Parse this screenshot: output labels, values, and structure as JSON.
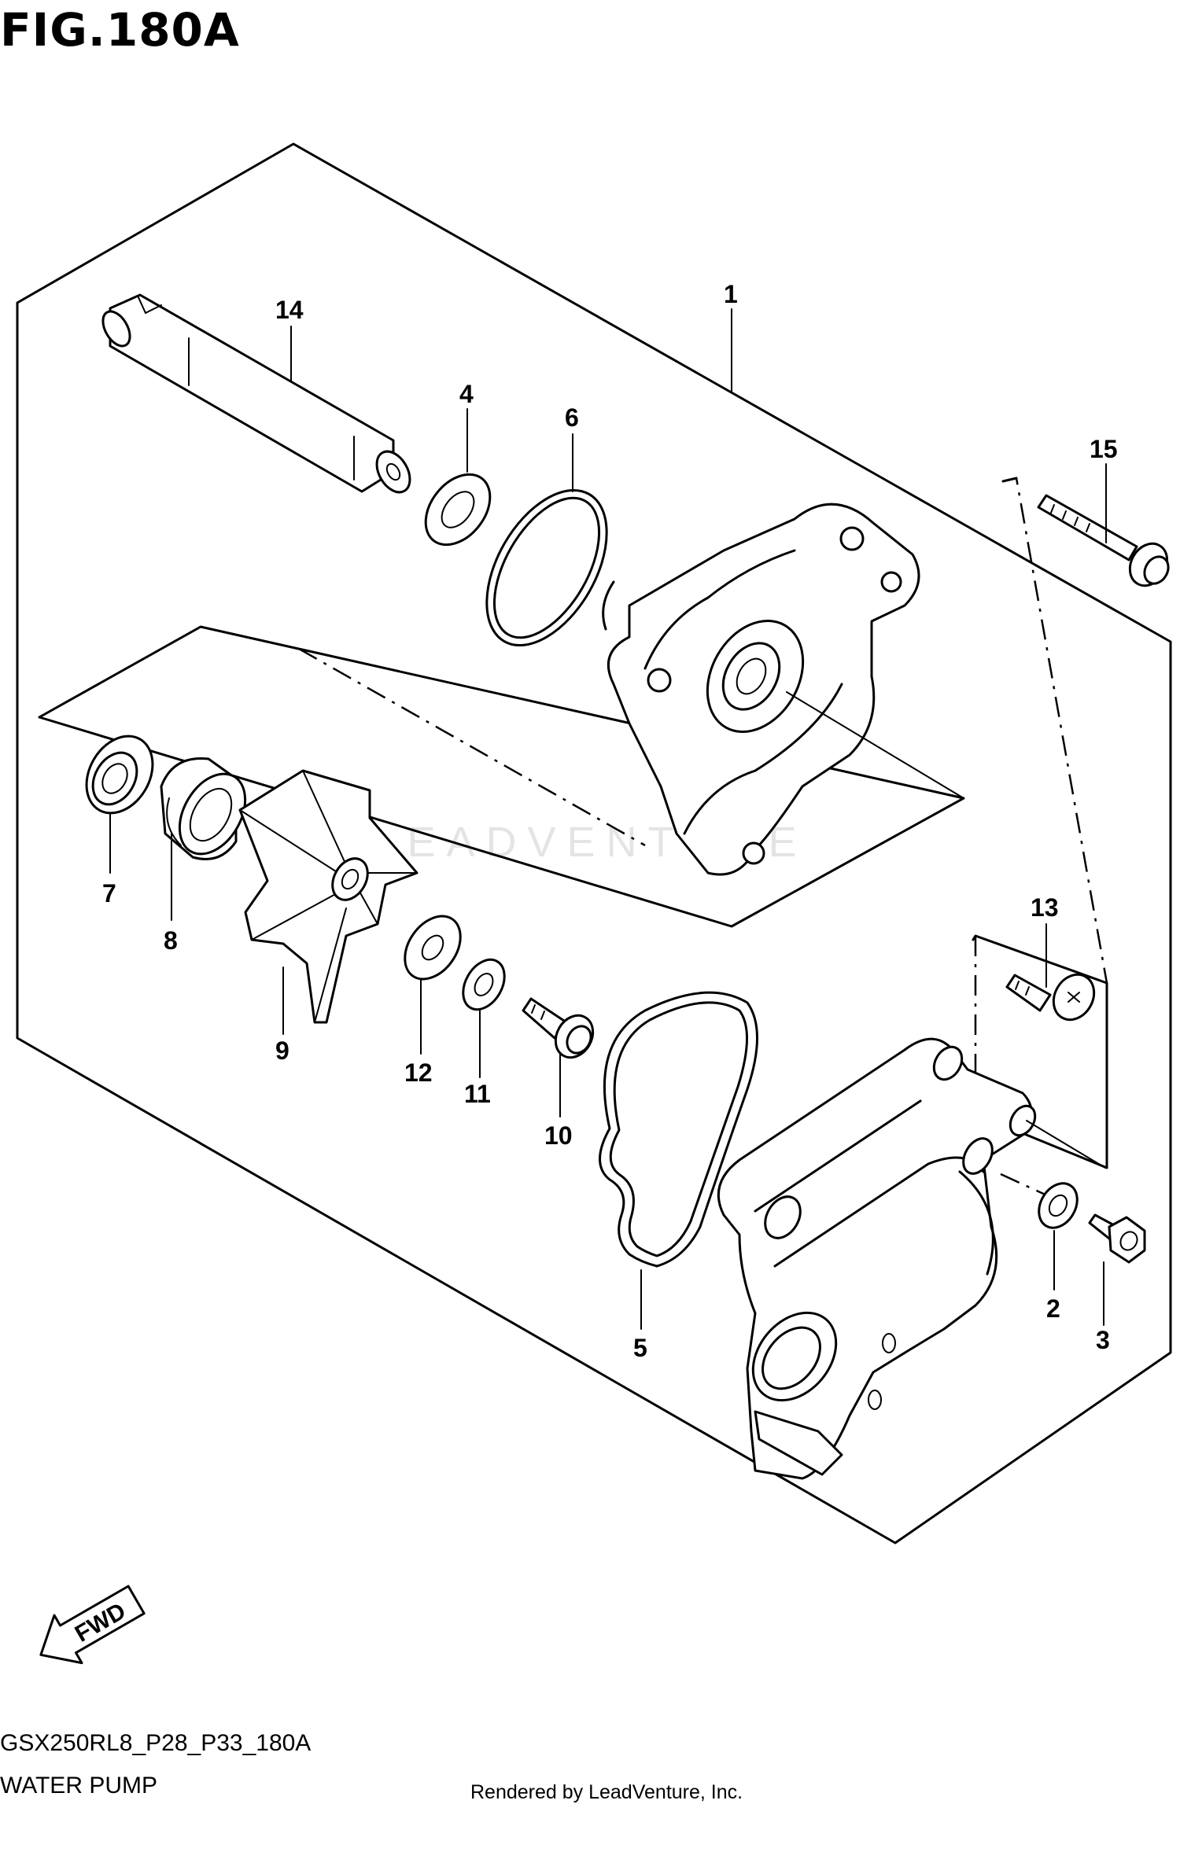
{
  "figure": {
    "title": "FIG.180A",
    "code": "GSX250RL8_P28_P33_180A",
    "name": "WATER PUMP",
    "rendered_by": "Rendered by LeadVenture, Inc.",
    "watermark": "LEADVENTURE"
  },
  "fwd_label": "FWD",
  "callouts": {
    "p1": "1",
    "p2": "2",
    "p3": "3",
    "p4": "4",
    "p5": "5",
    "p6": "6",
    "p7": "7",
    "p8": "8",
    "p9": "9",
    "p10": "10",
    "p11": "11",
    "p12": "12",
    "p13": "13",
    "p14": "14",
    "p15": "15"
  }
}
